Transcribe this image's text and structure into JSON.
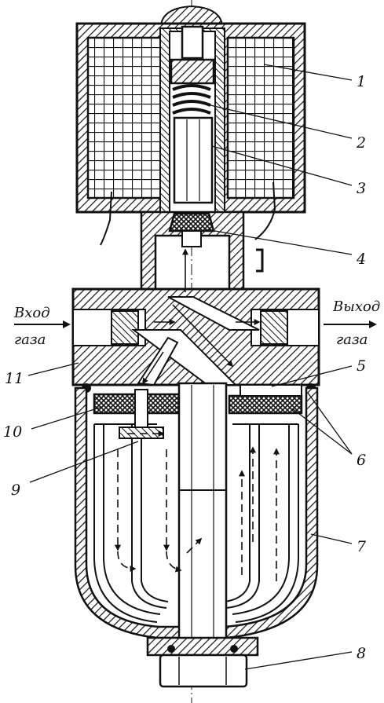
{
  "labels": {
    "inlet_line1": "Вход",
    "inlet_line2": "газа",
    "outlet_line1": "Выход",
    "outlet_line2": "газа"
  },
  "callouts": [
    "1",
    "2",
    "3",
    "4",
    "5",
    "6",
    "7",
    "8",
    "9",
    "10",
    "11"
  ],
  "colors": {
    "ink": "#111111",
    "paper": "#ffffff"
  }
}
